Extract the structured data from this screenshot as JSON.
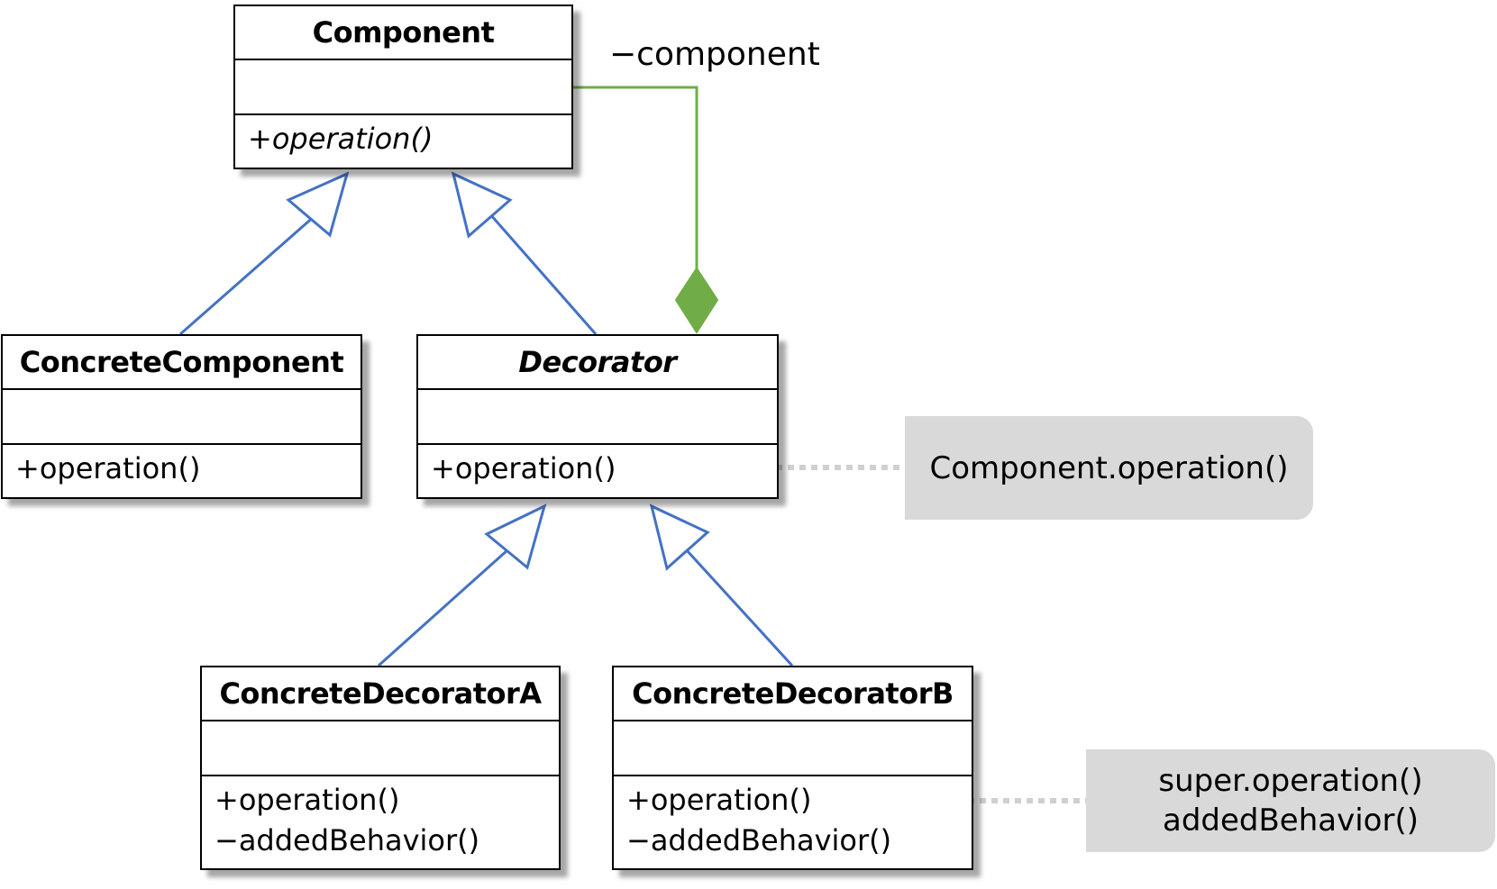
{
  "colors": {
    "generalization": "#4472c4",
    "composition": "#70ad47",
    "note_fill": "#d9d9d9",
    "note_link": "#d0d0d0"
  },
  "classes": {
    "component": {
      "name": "Component",
      "operations": [
        "+operation()"
      ]
    },
    "concrete_component": {
      "name": "ConcreteComponent",
      "operations": [
        "+operation()"
      ]
    },
    "decorator": {
      "name": "Decorator",
      "operations": [
        "+operation()"
      ]
    },
    "concrete_decorator_a": {
      "name": "ConcreteDecoratorA",
      "operations": [
        "+operation()",
        "−addedBehavior()"
      ]
    },
    "concrete_decorator_b": {
      "name": "ConcreteDecoratorB",
      "operations": [
        "+operation()",
        "−addedBehavior()"
      ]
    }
  },
  "association": {
    "role": "−component"
  },
  "notes": {
    "decorator_note": [
      "Component.operation()"
    ],
    "decorator_b_note": [
      "super.operation()",
      "addedBehavior()"
    ]
  }
}
